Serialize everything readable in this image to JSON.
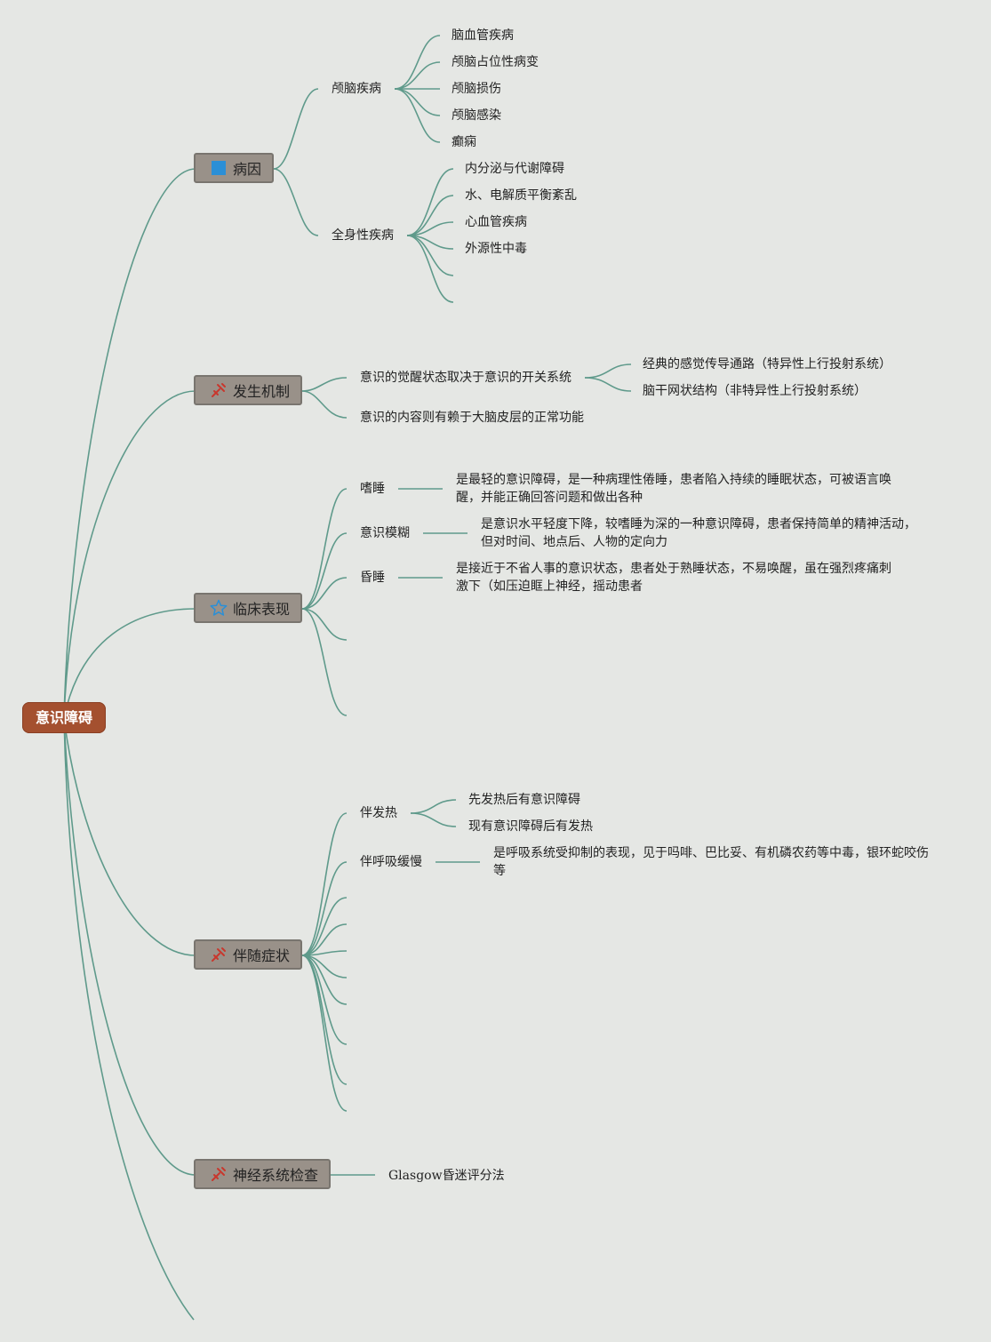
{
  "root": "意识障碍",
  "branches": {
    "etiology": {
      "label": "病因",
      "icon": "blue-square-icon",
      "groups": {
        "intracranial": {
          "label": "颅脑疾病",
          "items": [
            "脑血管疾病",
            "颅脑占位性病变",
            "颅脑损伤",
            "颅脑感染",
            "癫痫"
          ]
        },
        "systemic": {
          "label": "全身性疾病",
          "items": [
            "内分泌与代谢障碍",
            "水、电解质平衡紊乱",
            "心血管疾病",
            "外源性中毒"
          ]
        }
      }
    },
    "mechanism": {
      "label": "发生机制",
      "icon": "tools-icon",
      "item1": "意识的觉醒状态取决于意识的开关系统",
      "item1_children": [
        "经典的感觉传导通路（特异性上行投射系统）",
        "脑干网状结构（非特异性上行投射系统）"
      ],
      "item2": "意识的内容则有赖于大脑皮层的正常功能"
    },
    "clinical": {
      "label": "临床表现",
      "icon": "star-icon",
      "items": [
        {
          "label": "嗜睡",
          "desc": "是最轻的意识障碍，是一种病理性倦睡，患者陷入持续的睡眠状态，可被语言唤醒，并能正确回答问题和做出各种"
        },
        {
          "label": "意识模糊",
          "desc": "是意识水平轻度下降，较嗜睡为深的一种意识障碍，患者保持简单的精神活动，但对时间、地点后、人物的定向力"
        },
        {
          "label": "昏睡",
          "desc": "是接近于不省人事的意识状态，患者处于熟睡状态，不易唤醒，虽在强烈疼痛刺激下（如压迫眶上神经，摇动患者"
        }
      ]
    },
    "accompany": {
      "label": "伴随症状",
      "icon": "tools-icon",
      "fever": {
        "label": "伴发热",
        "children": [
          "先发热后有意识障碍",
          "现有意识障碍后有发热"
        ]
      },
      "slow_breath": {
        "label": "伴呼吸缓慢",
        "desc": "是呼吸系统受抑制的表现，见于吗啡、巴比妥、有机磷农药等中毒，银环蛇咬伤等"
      }
    },
    "neuro_exam": {
      "label": "神经系统检查",
      "icon": "tools-icon",
      "item": "Glasgow昏迷评分法"
    }
  },
  "colors": {
    "background": "#e5e7e4",
    "line": "#5f9a8b",
    "root": "#a4502f",
    "branch": "#999189",
    "icon_red": "#c8372d",
    "icon_blue": "#2b8fd6"
  }
}
